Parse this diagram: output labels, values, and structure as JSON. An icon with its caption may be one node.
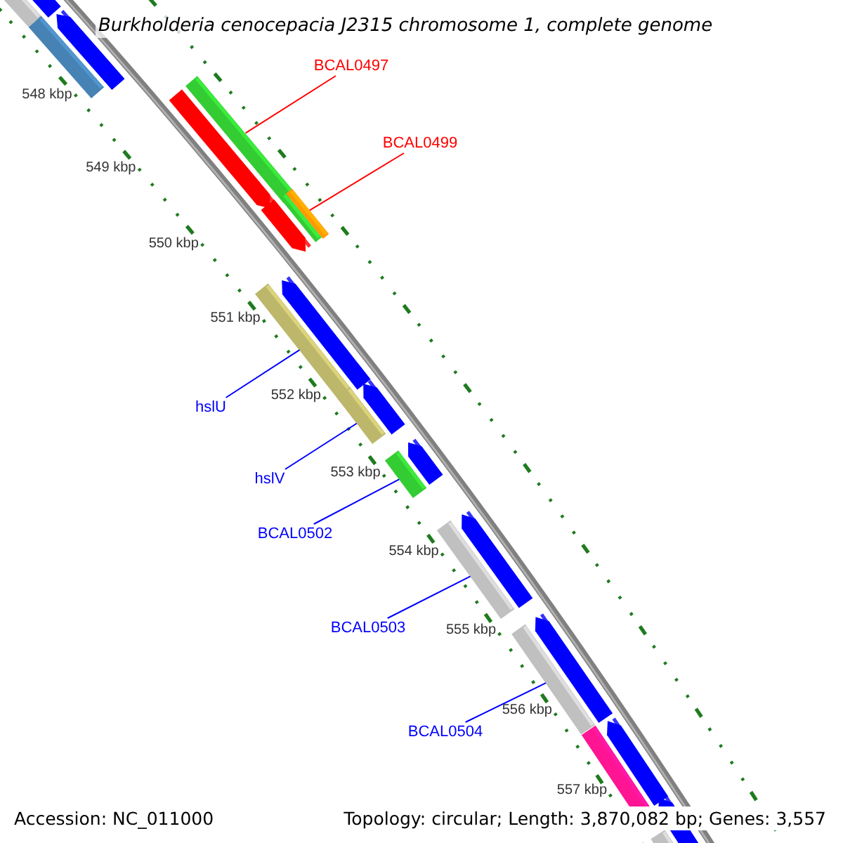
{
  "diagram": {
    "title": "Burkholderia cenocepacia J2315 chromosome 1, complete genome",
    "nodes": [
      {
        "text": [
          "BCAL0497"
        ]
      },
      {
        "text": [],
        "shape": "bar"
      },
      {
        "text": [
          "BCAL0499"
        ]
      },
      {
        "text": [],
        "shape": "bar"
      },
      {
        "text": [
          "hslU"
        ]
      },
      {
        "text": [],
        "shape": "bar"
      },
      {
        "text": [
          "hslV"
        ]
      },
      {
        "text": [],
        "shape": "bar"
      },
      {
        "text": [
          "BCAL0502"
        ]
      },
      {
        "text": [],
        "shape": "bar"
      },
      {
        "text": [
          "BCAL0503"
        ]
      },
      {
        "text": [],
        "shape": "bar"
      },
      {
        "text": [
          "BCAL0504"
        ]
      },
      {
        "text": [],
        "shape": "bar"
      },
      {
        "text": [],
        "shape": "bar"
      }
    ],
    "edges": [
      {
        "from": 0,
        "to": 1,
        "arrow": "none",
        "color": "#ff0000"
      },
      {
        "from": 2,
        "to": 3,
        "arrow": "none",
        "color": "#ff0000"
      },
      {
        "from": 4,
        "to": 5,
        "arrow": "none"
      },
      {
        "from": 6,
        "to": 7,
        "arrow": "none"
      },
      {
        "from": 8,
        "to": 9,
        "arrow": "none"
      },
      {
        "from": 10,
        "to": 11,
        "arrow": "none"
      },
      {
        "from": 12,
        "to": 13,
        "arrow": "none"
      }
    ],
    "labels": [
      "548 kbp",
      "549 kbp",
      "550 kbp",
      "551 kbp",
      "552 kbp",
      "553 kbp",
      "554 kbp",
      "555 kbp",
      "556 kbp",
      "557 kbp",
      "Accession: NC_011000",
      "Topology: circular; Length: 3,870,082 bp; Genes: 3,557"
    ]
  }
}
